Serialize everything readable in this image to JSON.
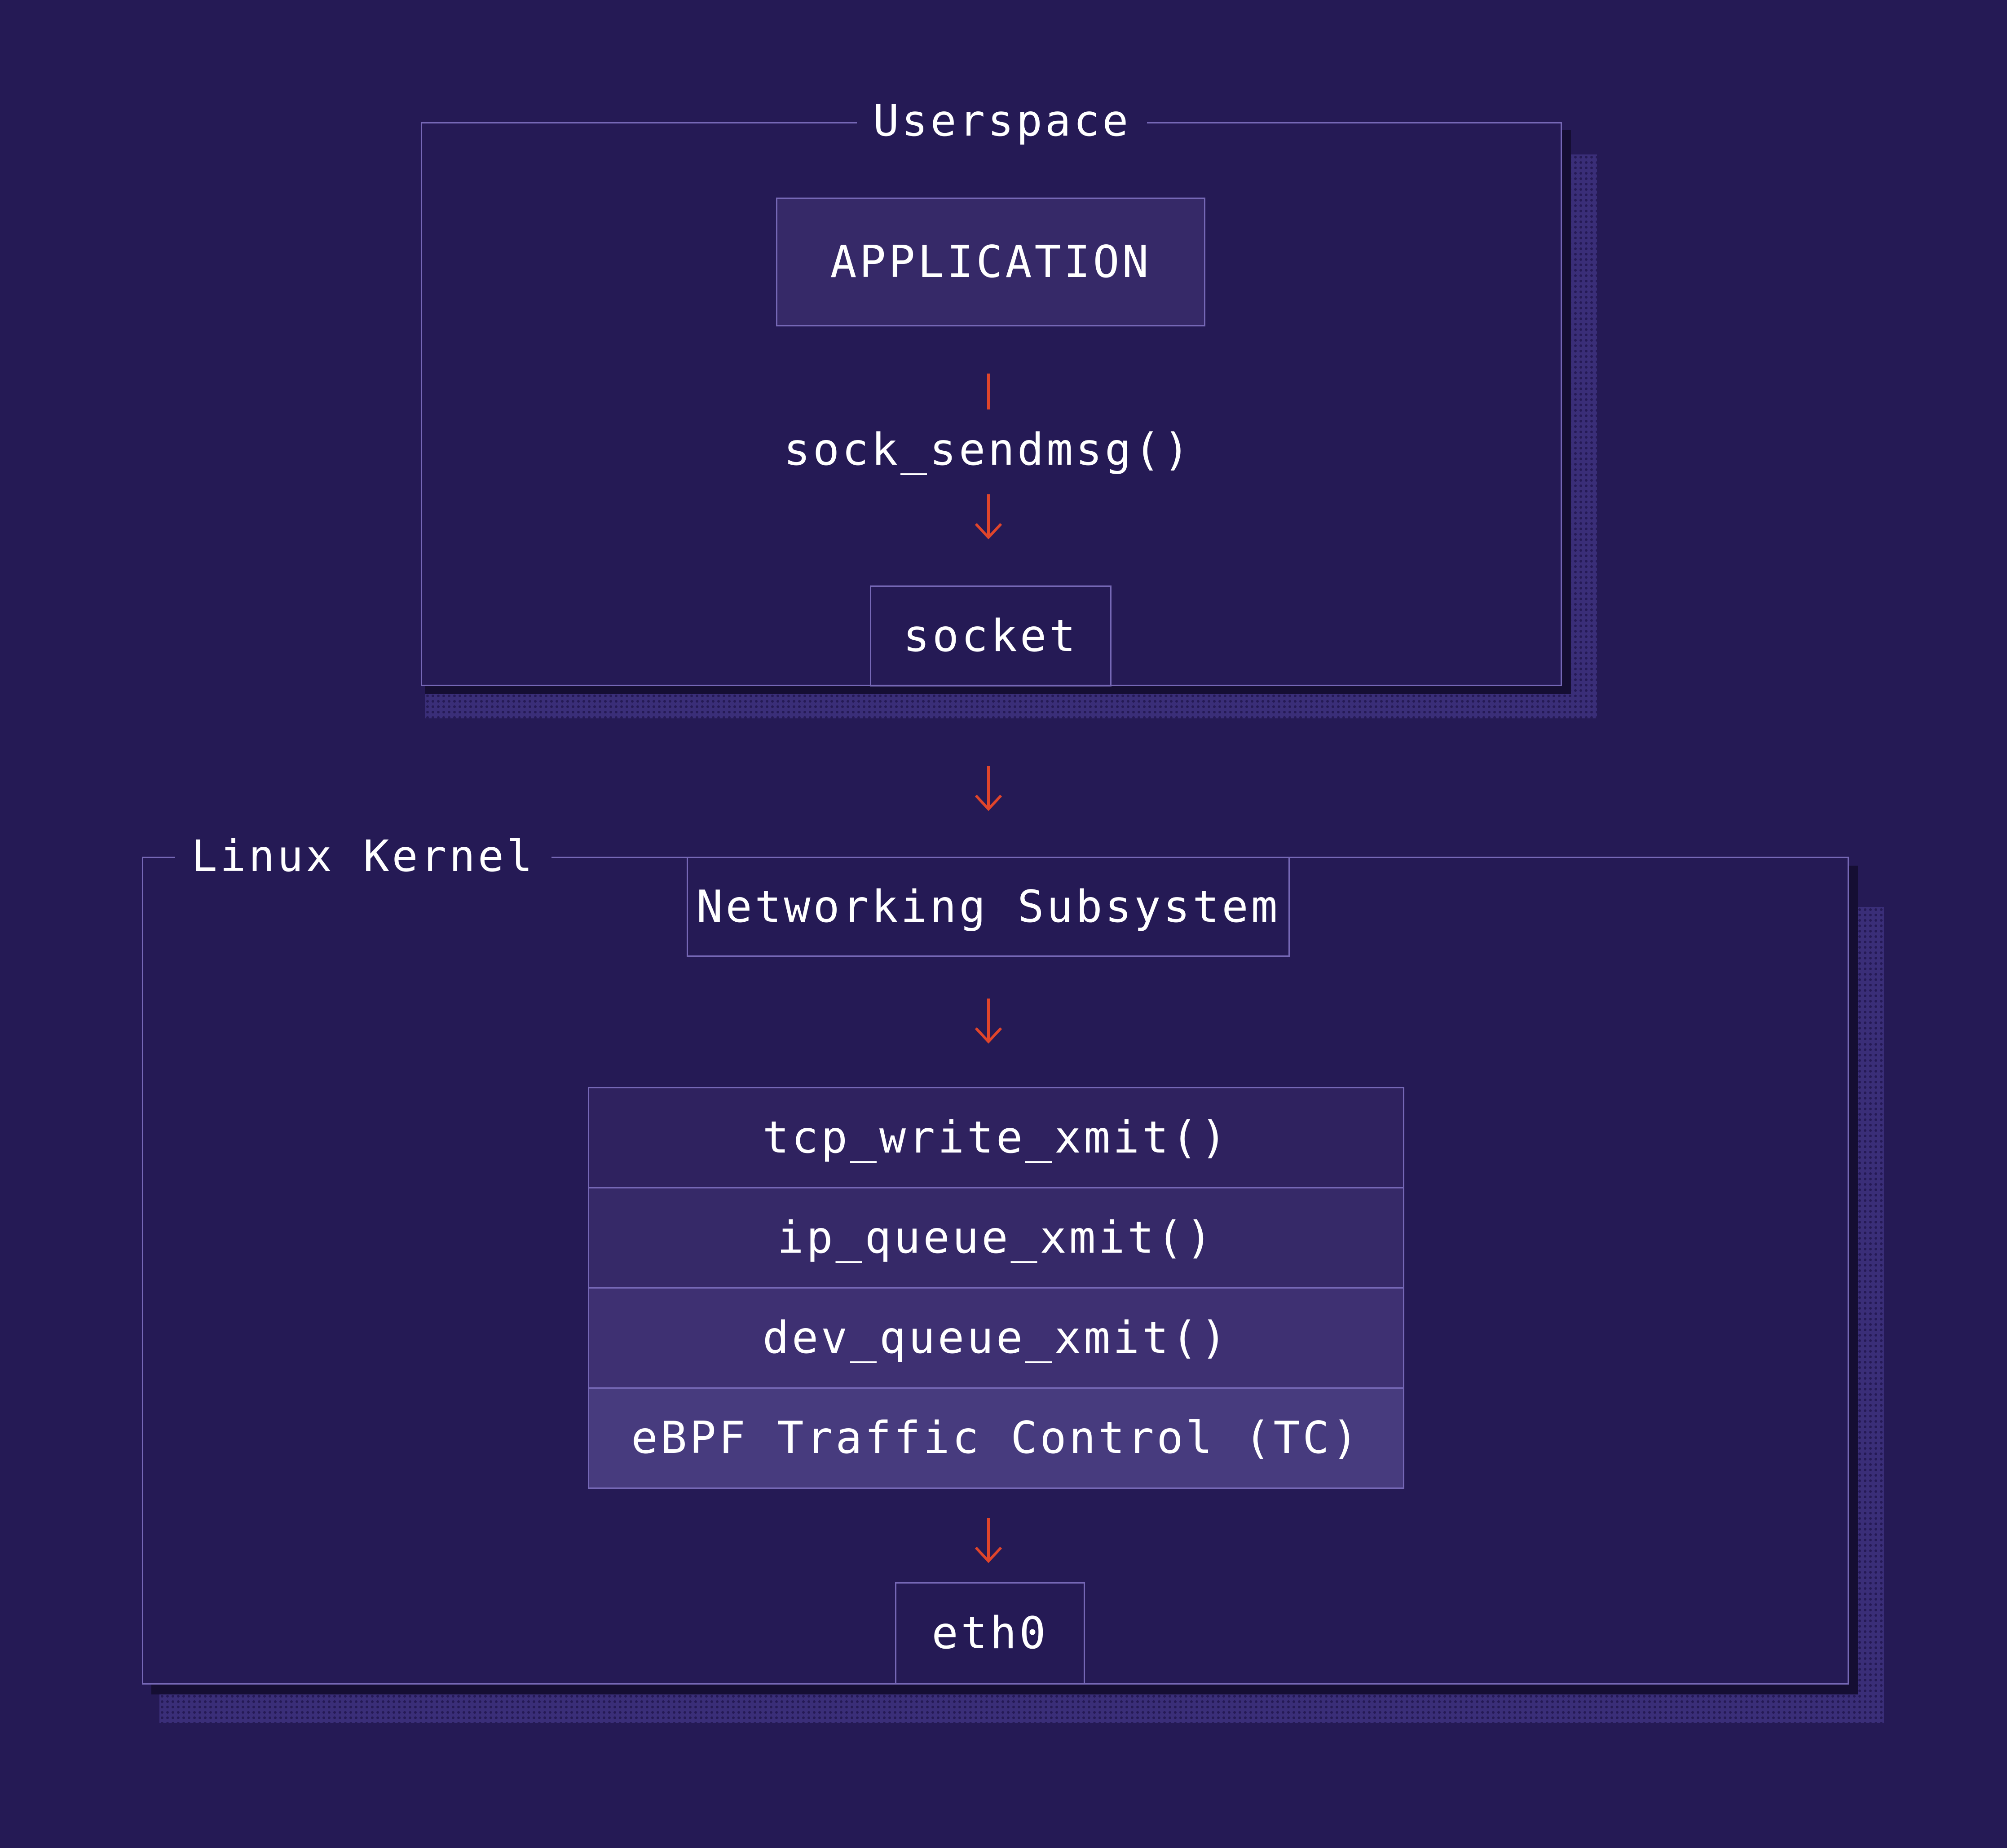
{
  "userspace": {
    "label": "Userspace",
    "application": "APPLICATION",
    "syscall": "sock_sendmsg()",
    "socket": "socket"
  },
  "kernel": {
    "label": "Linux Kernel",
    "networking": "Networking Subsystem",
    "stack": [
      "tcp_write_xmit()",
      "ip_queue_xmit()",
      "dev_queue_xmit()",
      "eBPF Traffic Control (TC)"
    ],
    "interface": "eth0"
  },
  "colors": {
    "background": "#251a55",
    "border": "#7668b6",
    "arrow": "#e0452b",
    "stack_fills": [
      "#2f225f",
      "#362968",
      "#3e3072",
      "#473b7e"
    ],
    "application_fill": "#362968"
  }
}
